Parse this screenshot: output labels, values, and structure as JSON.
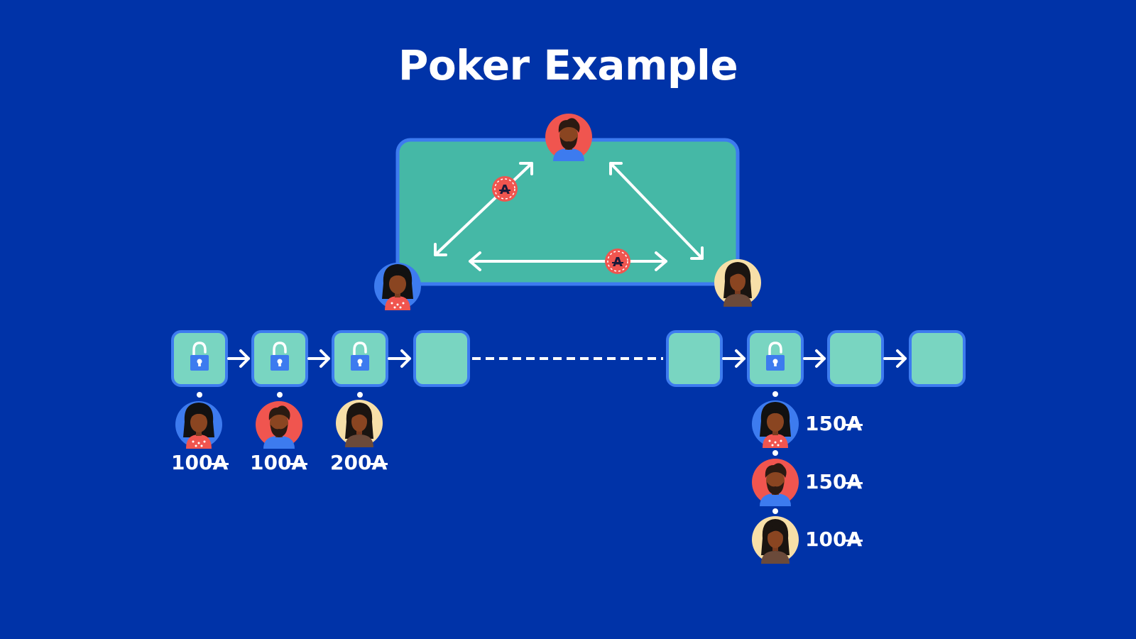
{
  "title": "Poker Example",
  "colors": {
    "background": "#0033a8",
    "table": "#45b8a6",
    "table_border": "#3d7bef",
    "block": "#79d5c1",
    "block_border": "#3d7bef",
    "chip": "#f0554f",
    "player_blue": "#3d7bef",
    "player_red": "#f0554f",
    "player_cream": "#f7dfa8"
  },
  "currency_symbol": "A",
  "players": [
    {
      "id": "p1",
      "avatar": "woman-dark-hair-avatar",
      "bg": "blue"
    },
    {
      "id": "p2",
      "avatar": "bearded-man-avatar",
      "bg": "red"
    },
    {
      "id": "p3",
      "avatar": "woman-light-bg-avatar",
      "bg": "cream"
    }
  ],
  "initial_balances": [
    {
      "player": "p1",
      "amount": "100"
    },
    {
      "player": "p2",
      "amount": "100"
    },
    {
      "player": "p3",
      "amount": "200"
    }
  ],
  "final_balances": [
    {
      "player": "p1",
      "amount": "150"
    },
    {
      "player": "p2",
      "amount": "150"
    },
    {
      "player": "p3",
      "amount": "100"
    }
  ]
}
